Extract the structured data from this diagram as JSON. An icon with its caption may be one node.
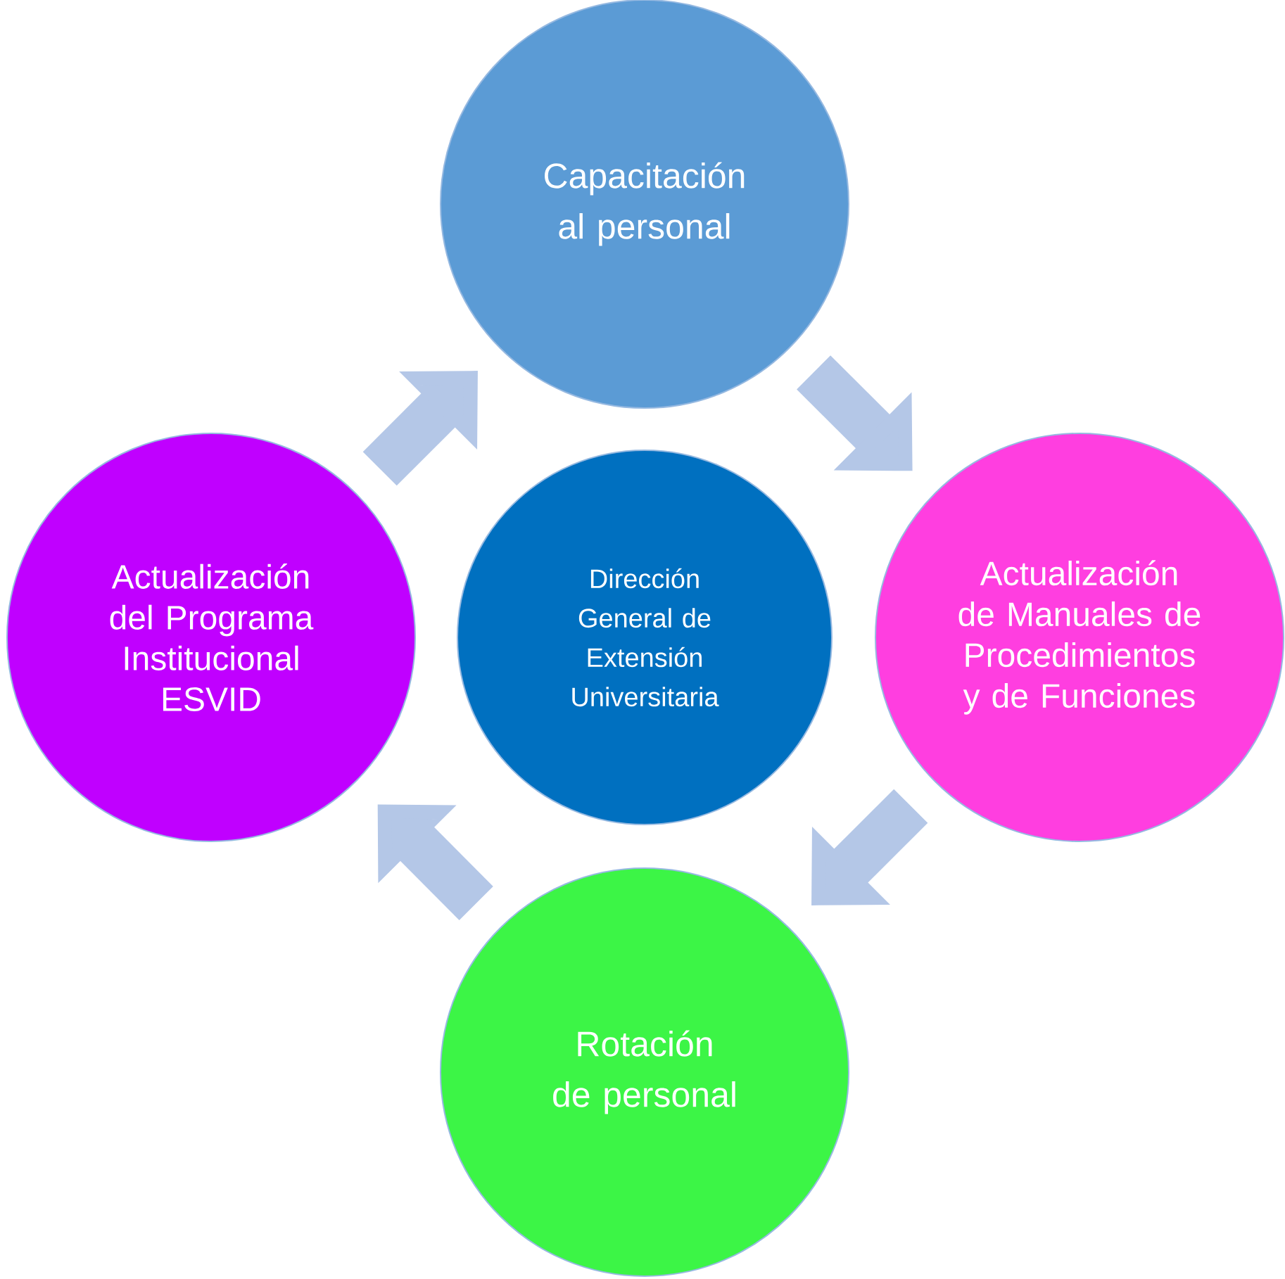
{
  "diagram": {
    "nodes": [
      {
        "text": [
          "Capacitación al personal"
        ]
      },
      {
        "text": [
          "Actualización del Programa Institucional ESVID"
        ]
      },
      {
        "text": [
          "Dirección General de Extensión Universitaria"
        ]
      },
      {
        "text": [
          "Actualización de Manuales de Procedimientos y de Funciones"
        ]
      },
      {
        "text": [
          "Rotación de personal"
        ]
      }
    ],
    "edges": [
      {
        "from": 0,
        "to": 3,
        "arrow": "to"
      },
      {
        "from": 3,
        "to": 4,
        "arrow": "to"
      },
      {
        "from": 4,
        "to": 1,
        "arrow": "to"
      },
      {
        "from": 1,
        "to": 0,
        "arrow": "to"
      }
    ]
  }
}
